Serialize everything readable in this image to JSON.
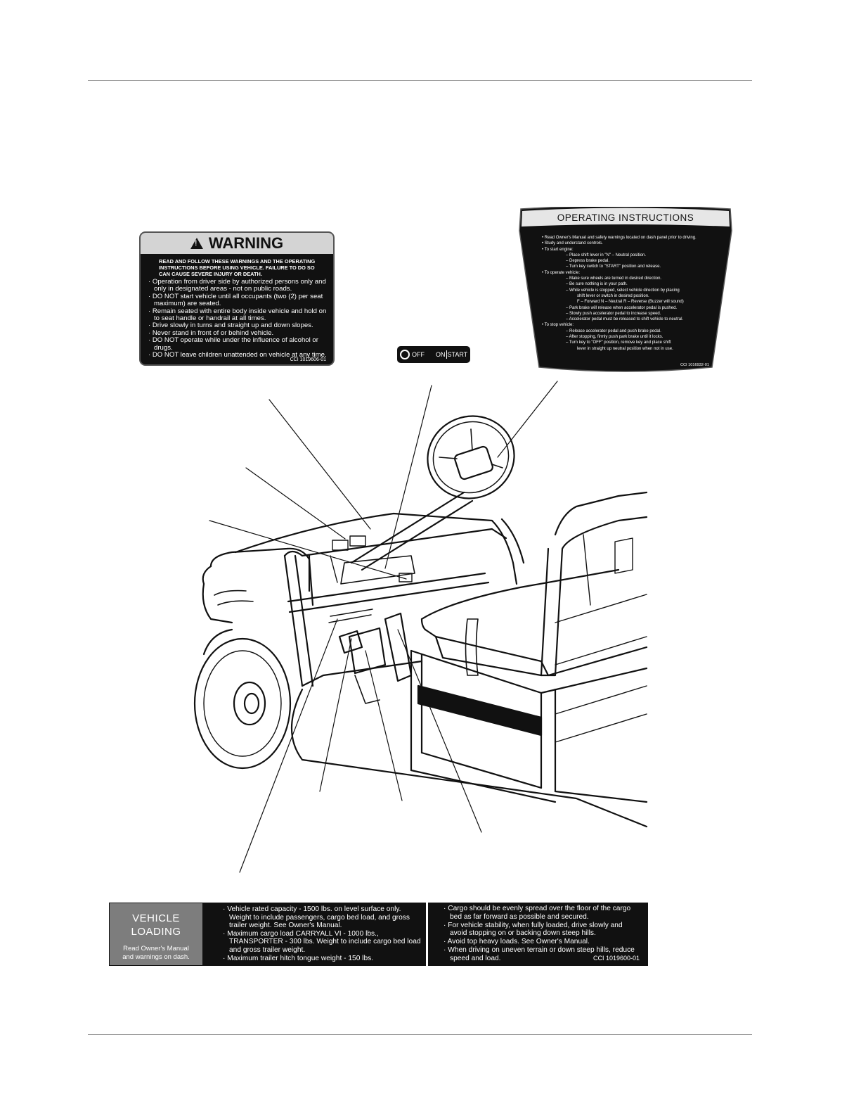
{
  "warning_decal": {
    "title": "WARNING",
    "intro": "READ AND FOLLOW THESE WARNINGS AND THE OPERATING INSTRUCTIONS BEFORE USING VEHICLE.  FAILURE TO DO SO CAN CAUSE SEVERE INJURY OR DEATH.",
    "items": [
      "Operation from driver side by authorized persons only and only in designated areas - not on public roads.",
      "DO NOT start vehicle until all occupants (two (2) per seat maximum) are seated.",
      "Remain seated with entire body inside vehicle and hold on to seat handle or handrail at all times.",
      "Drive slowly in turns and straight up and down slopes.",
      "Never stand in front of or behind vehicle.",
      "DO NOT operate while under the influence of alcohol or drugs.",
      "DO NOT leave children unattended on vehicle at any time."
    ],
    "code": "CCI 1019606-01"
  },
  "key_switch": {
    "off_label": "OFF",
    "on_label": "ON",
    "start_label": "START"
  },
  "operating_decal": {
    "title": "OPERATING INSTRUCTIONS",
    "lines": [
      {
        "level": 0,
        "text": "• Read Owner's Manual and safety warnings located on dash panel prior to driving."
      },
      {
        "level": 0,
        "text": "• Study and understand controls."
      },
      {
        "level": 0,
        "text": "• To start engine:"
      },
      {
        "level": 1,
        "text": "– Place shift lever in \"N\" – Neutral position."
      },
      {
        "level": 1,
        "text": "– Depress brake pedal."
      },
      {
        "level": 1,
        "text": "– Turn key switch to \"START\" position and release."
      },
      {
        "level": 0,
        "text": "• To operate vehicle:"
      },
      {
        "level": 1,
        "text": "– Make sure wheels are turned in desired direction."
      },
      {
        "level": 1,
        "text": "– Be sure nothing is in your path."
      },
      {
        "level": 1,
        "text": "– While vehicle is stopped, select vehicle direction by placing"
      },
      {
        "level": 2,
        "text": "shift lever or switch in desired position."
      },
      {
        "level": 2,
        "text": "F – Forward     N – Neutral     R – Reverse (Buzzer will sound)"
      },
      {
        "level": 1,
        "text": "– Park brake will release when accelerator pedal is pushed."
      },
      {
        "level": 1,
        "text": "– Slowly push accelerator pedal to increase speed."
      },
      {
        "level": 1,
        "text": "– Accelerator pedal must be released to shift vehicle to neutral."
      },
      {
        "level": 0,
        "text": "• To stop vehicle:"
      },
      {
        "level": 1,
        "text": "– Release accelerator pedal and push brake pedal."
      },
      {
        "level": 1,
        "text": "– After stopping, firmly push park brake until it locks."
      },
      {
        "level": 1,
        "text": "– Turn key to \"OFF\" position, remove key and place shift"
      },
      {
        "level": 2,
        "text": "lever in straight up neutral position when not in use."
      }
    ],
    "code": "CCI 1016932-01"
  },
  "loading_decal": {
    "title_line1": "VEHICLE",
    "title_line2": "LOADING",
    "subtitle_line1": "Read Owner's Manual",
    "subtitle_line2": "and warnings on dash.",
    "middle_items": [
      "Vehicle rated capacity - 1500 lbs. on level surface only. Weight to include passengers, cargo bed load, and gross trailer weight.  See Owner's Manual.",
      "Maximum cargo load CARRYALL VI - 1000 lbs., TRANSPORTER - 300 lbs.  Weight to include cargo bed load and gross trailer weight.",
      "Maximum trailer hitch tongue weight - 150 lbs."
    ],
    "right_items": [
      "Cargo should be evenly spread over the floor of the cargo bed as far forward as possible and secured.",
      "For vehicle stability, when fully loaded, drive slowly and avoid stopping on or backing down steep hills.",
      "Avoid top heavy loads.  See Owner's Manual.",
      "When driving on uneven terrain or down steep hills, reduce speed and load."
    ],
    "code": "CCI 1019600-01"
  }
}
